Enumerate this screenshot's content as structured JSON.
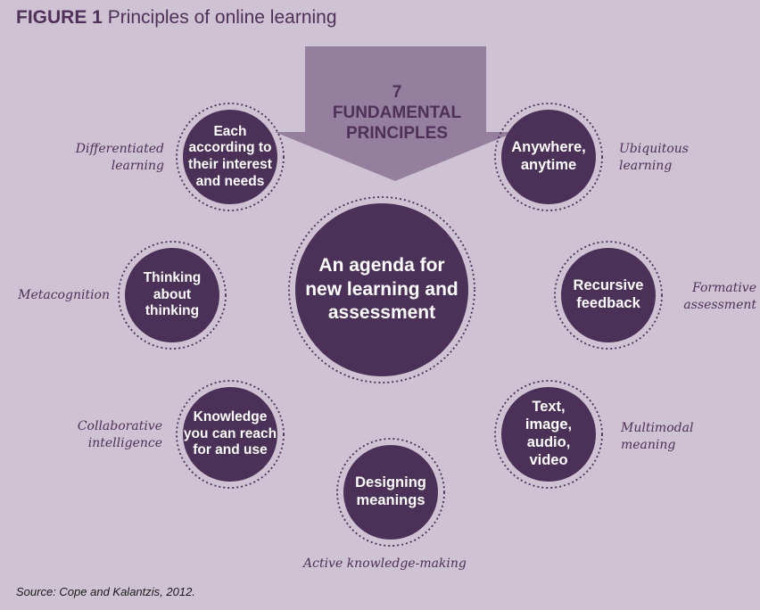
{
  "figure": {
    "label": "FIGURE 1",
    "title": "Principles of online learning"
  },
  "arrow": {
    "text": "7\nFUNDAMENTAL\nPRINCIPLES"
  },
  "center": {
    "text": "An agenda for\nnew learning and\nassessment"
  },
  "principles": [
    {
      "text": "Each\naccording to\ntheir interest\nand needs",
      "description": "Differentiated\nlearning"
    },
    {
      "text": "Anywhere,\nanytime",
      "description": "Ubiquitous\nlearning"
    },
    {
      "text": "Thinking\nabout\nthinking",
      "description": "Metacognition"
    },
    {
      "text": "Recursive\nfeedback",
      "description": "Formative\nassessment"
    },
    {
      "text": "Knowledge\nyou can reach\nfor and use",
      "description": "Collaborative\nintelligence"
    },
    {
      "text": "Text,\nimage,\naudio,\nvideo",
      "description": "Multimodal\nmeaning"
    },
    {
      "text": "Designing\nmeanings",
      "description": "Active knowledge-making"
    }
  ],
  "source": "Source: Cope and Kalantzis, 2012.",
  "colors": {
    "background": "#cfc3d3",
    "circle_fill": "#4b3057",
    "arrow_fill": "#957f9e",
    "text_accent": "#4e3059"
  }
}
